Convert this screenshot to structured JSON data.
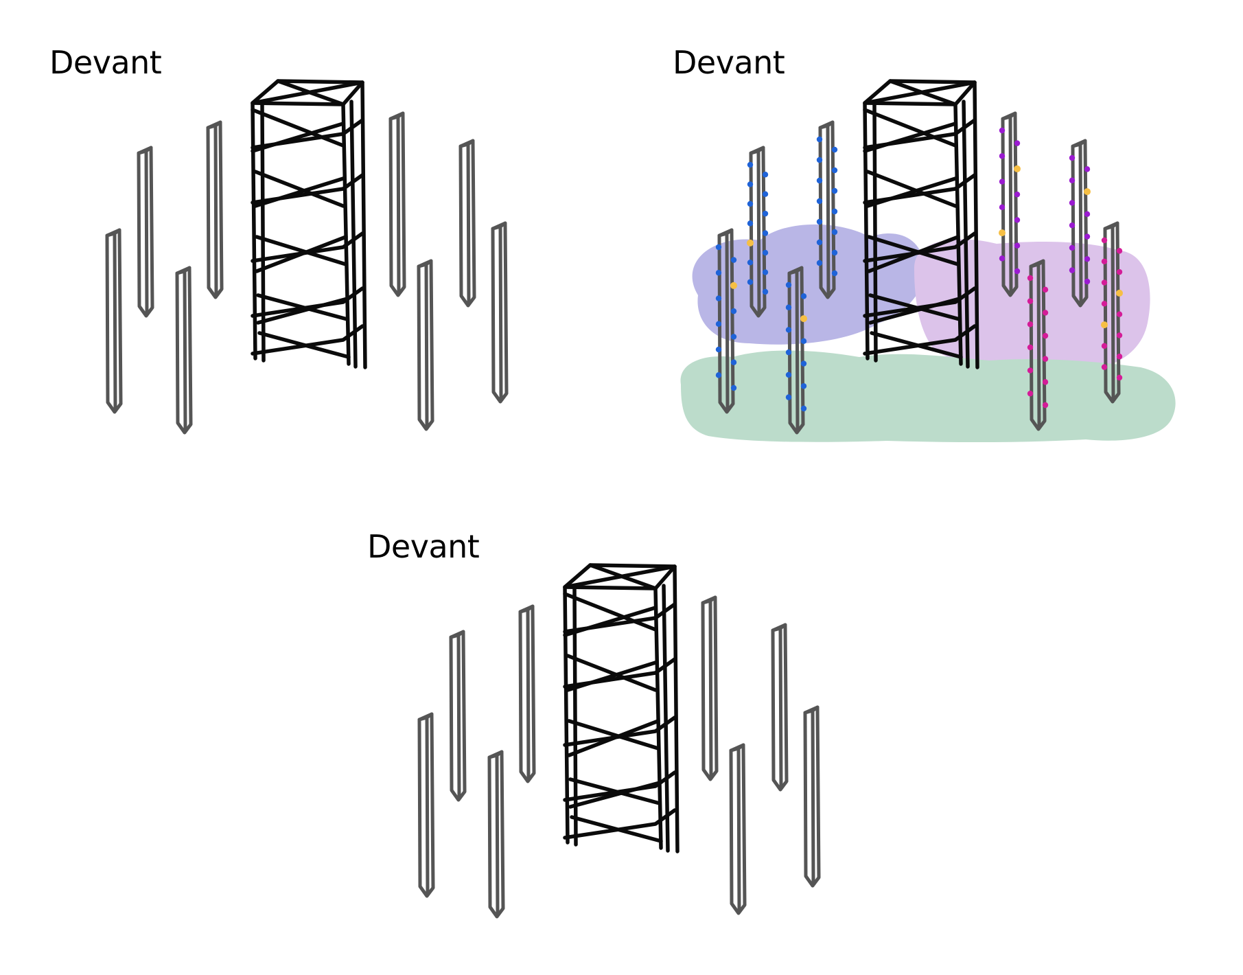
{
  "panels": [
    {
      "id": "top-left",
      "label": "Devant",
      "highlighted": false
    },
    {
      "id": "top-right",
      "label": "Devant",
      "highlighted": true
    },
    {
      "id": "bottom-center",
      "label": "Devant",
      "highlighted": false
    }
  ],
  "colors": {
    "tower_stroke": "#0b0b0b",
    "post_stroke": "#555555",
    "zone_purple": "#b9b6e6",
    "zone_pink": "#dcc3ea",
    "zone_green": "#bcdccb",
    "dots_blue": "#1f63d8",
    "dots_purple": "#9a1bd0",
    "dots_magenta": "#d41c98",
    "dots_yellow": "#f6bf45"
  },
  "icons": {
    "tower": "scaffold-tower-icon",
    "post": "tall-post-icon"
  }
}
